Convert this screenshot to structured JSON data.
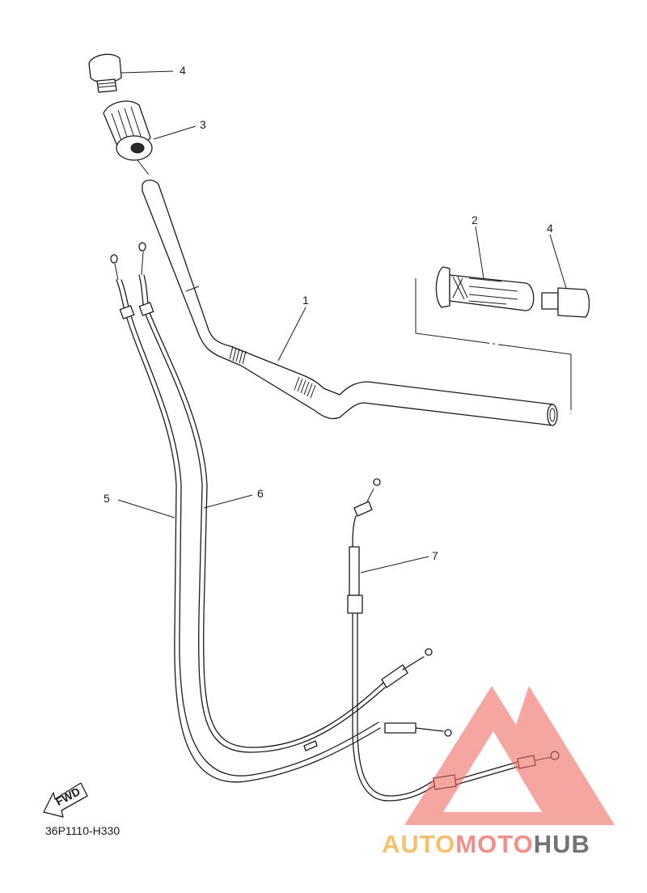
{
  "diagram": {
    "callouts": [
      {
        "id": "1",
        "label": "1"
      },
      {
        "id": "2",
        "label": "2"
      },
      {
        "id": "3",
        "label": "3"
      },
      {
        "id": "4a",
        "label": "4"
      },
      {
        "id": "4b",
        "label": "4"
      },
      {
        "id": "5",
        "label": "5"
      },
      {
        "id": "6",
        "label": "6"
      },
      {
        "id": "7",
        "label": "7"
      }
    ],
    "fwd_label": "FWD",
    "diagram_code": "36P1110-H330"
  },
  "watermark": {
    "part1": "AUTO",
    "part2": "MOTO",
    "part3": "HUB",
    "colors": {
      "auto": "#f5b04a",
      "moto": "#f0736a",
      "hub": "#5a5a5a",
      "triangle": "#f06a62"
    }
  }
}
